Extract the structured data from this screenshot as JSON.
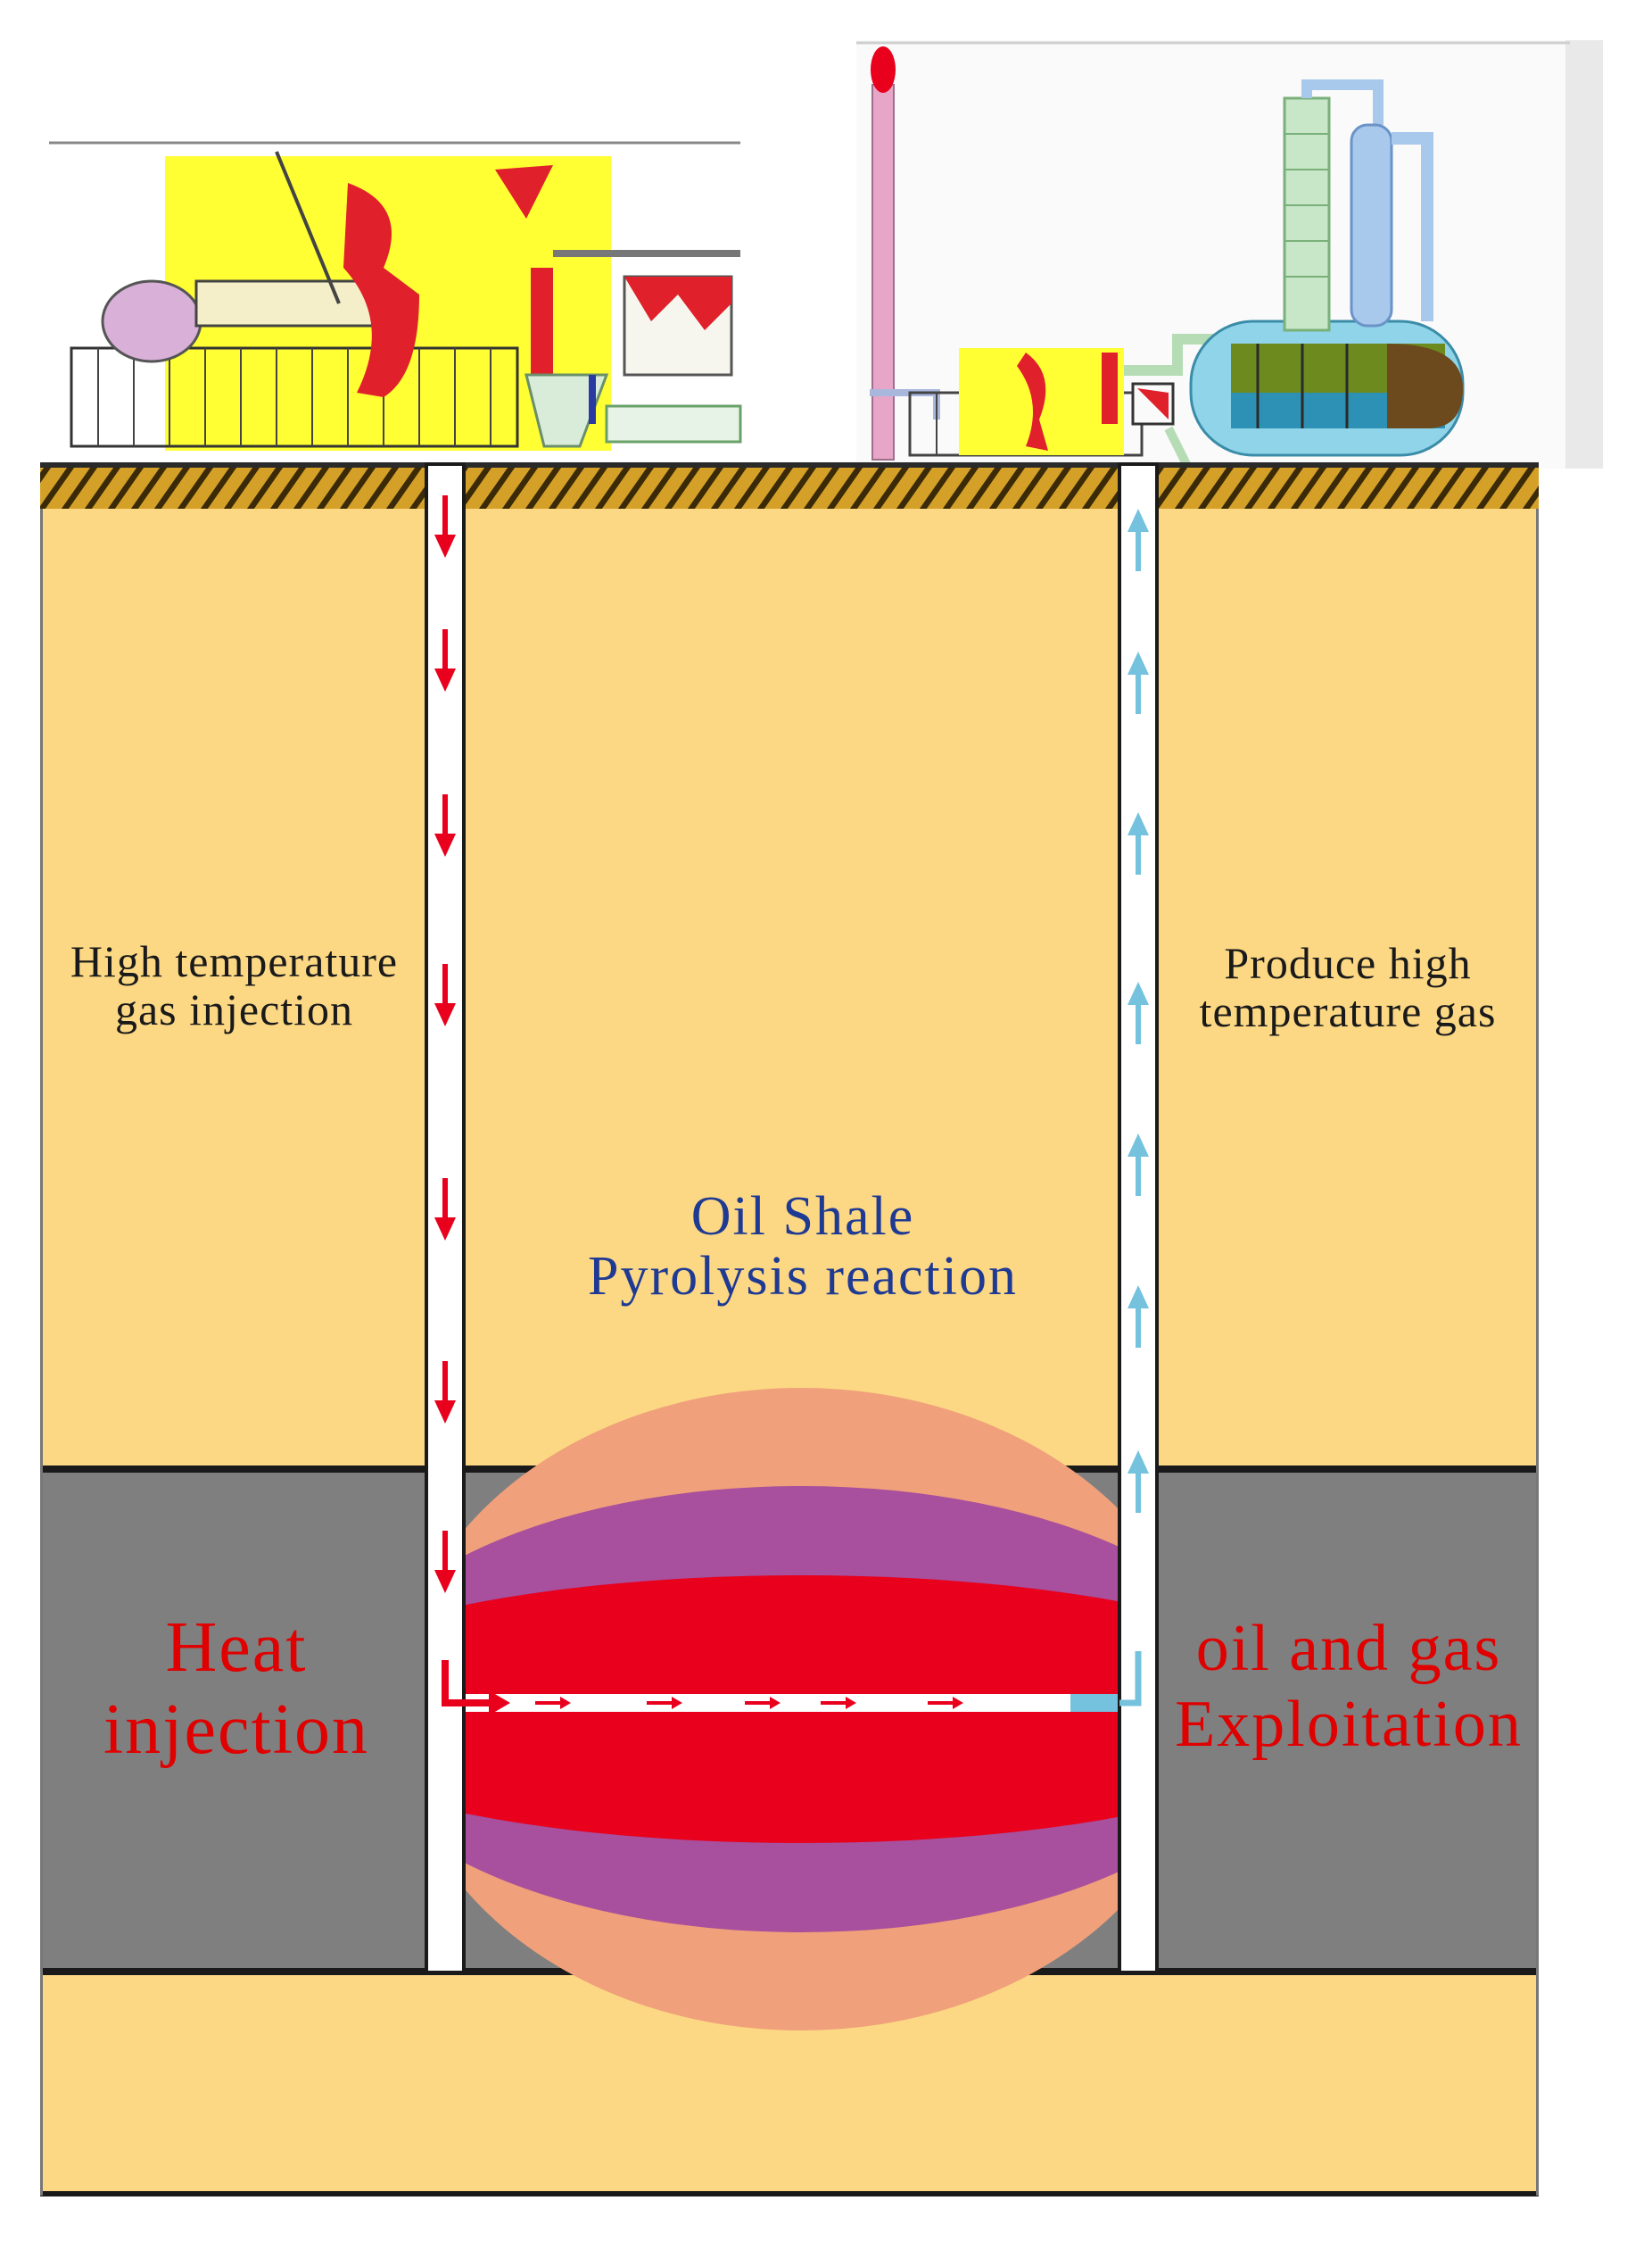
{
  "labels": {
    "injection_zone": [
      "High temperature",
      "gas injection"
    ],
    "production_zone": [
      "Produce high",
      "temperature gas"
    ],
    "reaction": [
      "Oil Shale",
      "Pyrolysis reaction"
    ],
    "heat": [
      "Heat",
      "injection"
    ],
    "exploitation": [
      "oil and gas",
      "Exploitation"
    ]
  },
  "colors": {
    "overburden": "#fcd884",
    "hatch_band": "#d4a028",
    "oil_shale_layer": "#7f7f7f",
    "zone_outer": "#f0a07a",
    "zone_middle": "#a84f9e",
    "zone_inner": "#e8001d",
    "injection_arrow": "#e8001d",
    "production_arrow": "#74c2de",
    "equipment_yellow": "#ffff33",
    "equipment_red": "#e0202a"
  },
  "icons": [
    "heating-plant-illustration",
    "gas-processing-plant-illustration",
    "injection-well",
    "production-well",
    "down-arrow-icon",
    "up-arrow-icon",
    "right-arrow-icon"
  ]
}
